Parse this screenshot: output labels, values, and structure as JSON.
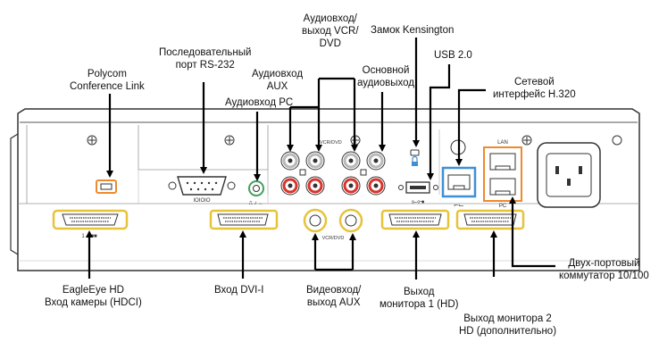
{
  "labels": {
    "polycom_link": [
      "Polycom",
      "Conference Link"
    ],
    "rs232": [
      "Последовательный",
      "порт RS-232"
    ],
    "audio_aux": [
      "Аудиовход",
      "AUX"
    ],
    "audio_pc": [
      "Аудиовход PC"
    ],
    "vcr_dvd": [
      "Аудиовход/",
      "выход VCR/",
      "DVD"
    ],
    "kensington": [
      "Замок Kensington"
    ],
    "main_audio_out": [
      "Основной",
      "аудиовыход"
    ],
    "usb": [
      "USB 2.0"
    ],
    "network_h320": [
      "Сетевой",
      "интерфейс H.320"
    ],
    "eagleeye": [
      "EagleEye HD",
      "Вход камеры (HDCI)"
    ],
    "dvi_in": [
      "Вход DVI-I"
    ],
    "video_aux": [
      "Видеовход/",
      "выход AUX"
    ],
    "monitor1": [
      "Выход",
      "монитора 1 (HD)"
    ],
    "monitor2": [
      "Выход монитора 2",
      "HD (дополнительно)"
    ],
    "switch": [
      "Двух-портовый",
      "коммутатор 10/100"
    ]
  },
  "panel_markings": {
    "vcr_dvd": "VCR/DVD",
    "lan": "LAN",
    "pc": "PC",
    "serial": "IOIOIO",
    "video_vcr": "VCR/DVD"
  },
  "colors": {
    "panel_fill": "#ffffff",
    "panel_edge": "#333333",
    "red_jack": "#d8342c",
    "white_jack": "#b8b8b8",
    "yellow_ring": "#e7c33a",
    "blue_ring": "#3f8fd6",
    "orange_ring": "#ef8a2c",
    "green_ring": "#3da35a",
    "arrow": "#000000"
  },
  "icons": [
    "padlock-icon",
    "usb-icon",
    "network-icon",
    "ground-icon",
    "power-socket-icon"
  ]
}
